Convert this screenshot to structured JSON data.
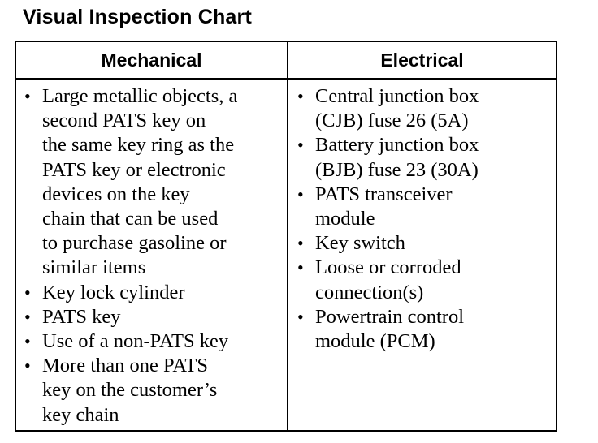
{
  "title": "Visual Inspection Chart",
  "table": {
    "headers": {
      "mechanical": "Mechanical",
      "electrical": "Electrical"
    },
    "mechanical_items": [
      "Large metallic objects, a\nsecond PATS key on\nthe same key ring as the\nPATS key or electronic\ndevices on the key\nchain that can be used\nto purchase gasoline or\nsimilar items",
      "Key lock cylinder",
      "PATS key",
      "Use of a non-PATS key",
      "More than one PATS\nkey on the customer’s\nkey chain"
    ],
    "electrical_items": [
      "Central junction box\n(CJB) fuse 26 (5A)",
      "Battery junction box\n(BJB) fuse 23 (30A)",
      "PATS transceiver\nmodule",
      "Key switch",
      "Loose or corroded\nconnection(s)",
      "Powertrain control\nmodule (PCM)"
    ],
    "bullet": "•"
  }
}
